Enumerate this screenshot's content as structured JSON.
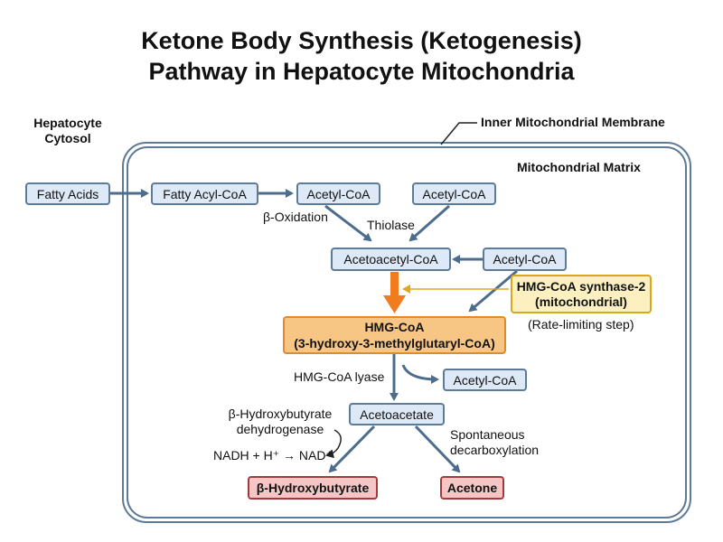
{
  "title": {
    "line1": "Ketone Body Synthesis (Ketogenesis)",
    "line2": "Pathway in Hepatocyte Mitochondria"
  },
  "regions": {
    "cytosol_line1": "Hepatocyte",
    "cytosol_line2": "Cytosol",
    "membrane": "Inner Mitochondrial Membrane",
    "matrix": "Mitochondrial Matrix"
  },
  "nodes": {
    "fatty_acids": "Fatty Acids",
    "fatty_acyl_coa": "Fatty Acyl-CoA",
    "acetyl_coa_1": "Acetyl-CoA",
    "acetyl_coa_2": "Acetyl-CoA",
    "acetoacetyl_coa": "Acetoacetyl-CoA",
    "acetyl_coa_3": "Acetyl-CoA",
    "hmg_coa_synthase_line1": "HMG-CoA synthase-2",
    "hmg_coa_synthase_line2": "(mitochondrial)",
    "hmg_coa_line1": "HMG-CoA",
    "hmg_coa_line2": "(3-hydroxy-3-methylglutaryl-CoA)",
    "acetyl_coa_4": "Acetyl-CoA",
    "acetoacetate": "Acetoacetate",
    "beta_hydroxybutyrate": "β-Hydroxybutyrate",
    "acetone": "Acetone"
  },
  "labels": {
    "beta_oxidation": "β-Oxidation",
    "thiolase": "Thiolase",
    "rate_limiting": "(Rate-limiting step)",
    "hmg_coa_lyase": "HMG-CoA lyase",
    "bhb_dehydrogenase_line1": "β-Hydroxybutyrate",
    "bhb_dehydrogenase_line2": "dehydrogenase",
    "nadh": "NADH + H⁺ → NAD⁺",
    "spontaneous_line1": "Spontaneous",
    "spontaneous_line2": "decarboxylation"
  },
  "colors": {
    "membrane": "#5d7a97",
    "arrow": "#4d6d8c",
    "highlight_arrow": "#f07c1e",
    "enzyme_arrow": "#e0a81c"
  }
}
